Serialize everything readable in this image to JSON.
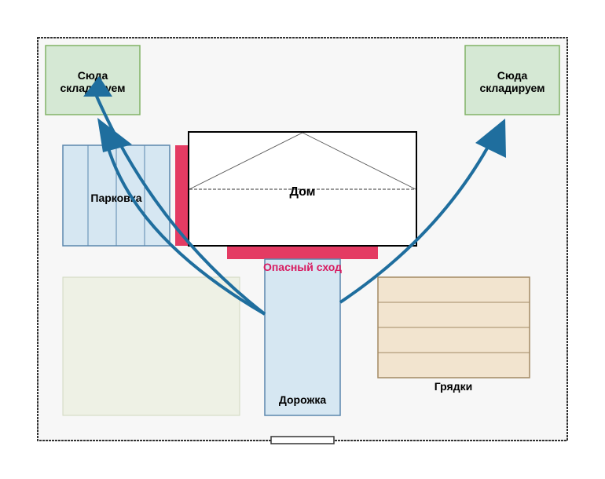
{
  "labels": {
    "storage_left_line1": "Сюда",
    "storage_left_line2": "складируем",
    "storage_right_line1": "Сюда",
    "storage_right_line2": "складируем",
    "parking": "Парковка",
    "house": "Дом",
    "danger": "Опасный сход",
    "path": "Дорожка",
    "beds": "Грядки"
  },
  "colors": {
    "storage_fill": "#d5e8d4",
    "storage_stroke": "#82b366",
    "parking_fill": "#d6e7f2",
    "parking_stroke": "#5b87ad",
    "danger": "#e43b63",
    "danger_text": "#d81b60",
    "lawn_fill": "#eef1e5",
    "lawn_stroke": "#d0d8c0",
    "beds_fill": "#f2e4cf",
    "beds_stroke": "#a38a64",
    "arrow": "#1f6e9e",
    "site_fill": "#f7f7f7"
  }
}
